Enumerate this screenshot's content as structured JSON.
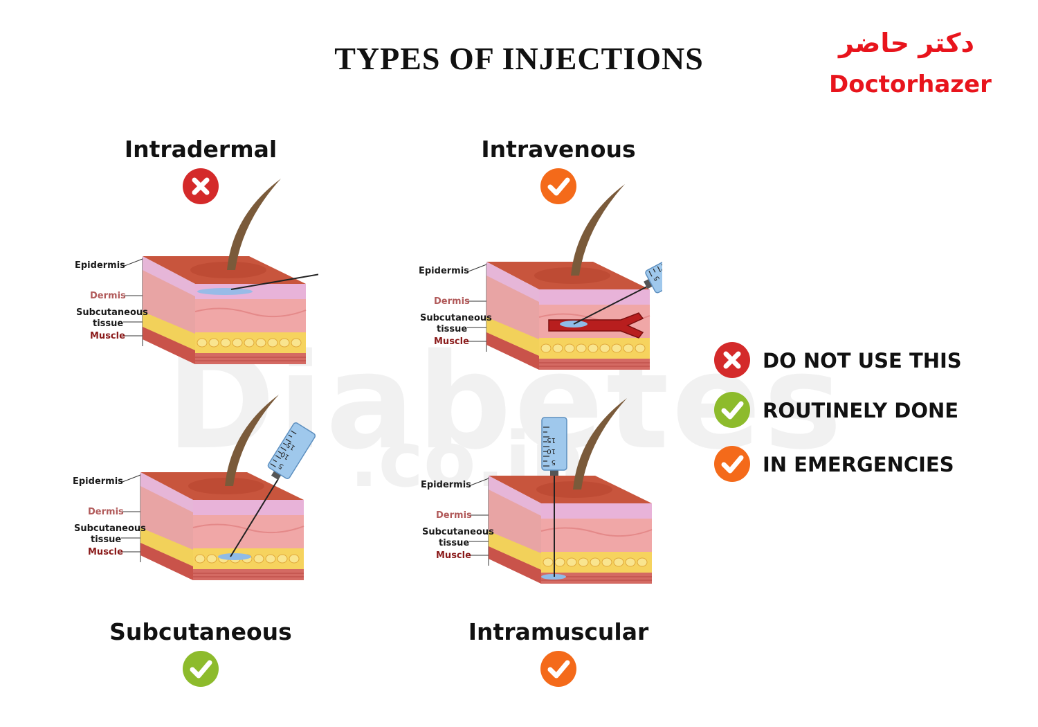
{
  "title": "TYPES OF INJECTIONS",
  "brand": {
    "persian": "دکتر حاضر",
    "english": "Doctorhazer"
  },
  "watermark": {
    "line1": "Diabetes",
    "line2": ".co.in"
  },
  "colors": {
    "not_use": "#d42a2a",
    "routine": "#8dbb2c",
    "emergency": "#f46a1a"
  },
  "layer_labels": {
    "epidermis": "Epidermis",
    "dermis": "Dermis",
    "subcutaneous_1": "Subcutaneous",
    "subcutaneous_2": "tissue",
    "muscle": "Muscle"
  },
  "panels": [
    {
      "title": "Intradermal",
      "status": "not_use",
      "icon": "cross-icon"
    },
    {
      "title": "Intravenous",
      "status": "emergency",
      "icon": "check-icon"
    },
    {
      "title": "Subcutaneous",
      "status": "routine",
      "icon": "check-icon"
    },
    {
      "title": "Intramuscular",
      "status": "emergency",
      "icon": "check-icon"
    }
  ],
  "syringe_scale": [
    "5",
    "10",
    "15"
  ],
  "legend": [
    {
      "label": "DO NOT USE THIS",
      "status": "not_use",
      "icon": "cross-icon"
    },
    {
      "label": "ROUTINELY DONE",
      "status": "routine",
      "icon": "check-icon"
    },
    {
      "label": "IN EMERGENCIES",
      "status": "emergency",
      "icon": "check-icon"
    }
  ]
}
